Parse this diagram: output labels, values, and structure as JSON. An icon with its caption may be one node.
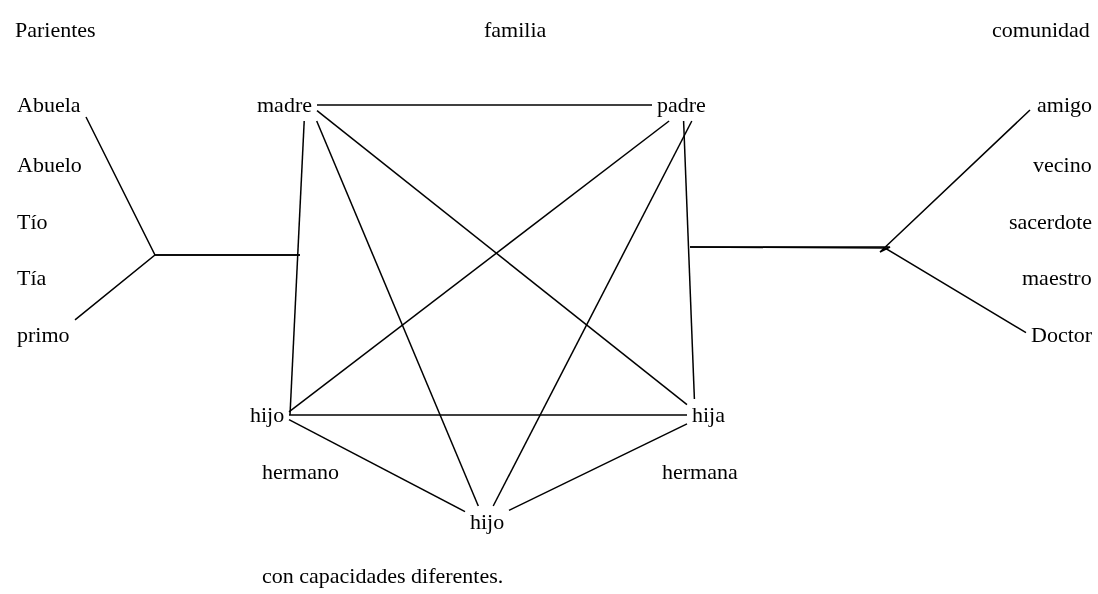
{
  "diagram": {
    "nodes": [
      {
        "text": [
          "Abuela"
        ]
      },
      {
        "text": [
          "Abuelo"
        ]
      },
      {
        "text": [
          "Tío"
        ]
      },
      {
        "text": [
          "Tía"
        ]
      },
      {
        "text": [
          "primo"
        ]
      },
      {
        "text": [
          "madre"
        ]
      },
      {
        "text": [
          "padre"
        ]
      },
      {
        "text": [
          "hijo"
        ],
        "beside": [
          "hermano"
        ]
      },
      {
        "text": [
          "hija"
        ],
        "beside": [
          "hermana"
        ]
      },
      {
        "text": [
          "hijo"
        ],
        "beside": [
          "con capacidades diferentes."
        ]
      },
      {
        "text": [
          "amigo"
        ]
      },
      {
        "text": [
          "vecino"
        ]
      },
      {
        "text": [
          "sacerdote"
        ]
      },
      {
        "text": [
          "maestro"
        ]
      },
      {
        "text": [
          "Doctor"
        ]
      }
    ],
    "edges": [
      {
        "from": 0,
        "to": null,
        "arrow": "none"
      },
      {
        "from": 4,
        "to": null,
        "arrow": "none"
      },
      {
        "from": 5,
        "to": 6,
        "arrow": "none"
      },
      {
        "from": 5,
        "to": 7,
        "arrow": "none"
      },
      {
        "from": 6,
        "to": 8,
        "arrow": "none"
      },
      {
        "from": 7,
        "to": 8,
        "arrow": "none"
      },
      {
        "from": 5,
        "to": 8,
        "arrow": "none"
      },
      {
        "from": 6,
        "to": 7,
        "arrow": "none"
      },
      {
        "from": 5,
        "to": 9,
        "arrow": "none"
      },
      {
        "from": 6,
        "to": 9,
        "arrow": "none"
      },
      {
        "from": 7,
        "to": 9,
        "arrow": "none"
      },
      {
        "from": 8,
        "to": 9,
        "arrow": "none"
      },
      {
        "from": 10,
        "to": null,
        "arrow": "none"
      },
      {
        "from": 14,
        "to": null,
        "arrow": "none"
      }
    ],
    "labels": [
      "Parientes",
      "familia",
      "comunidad"
    ]
  }
}
